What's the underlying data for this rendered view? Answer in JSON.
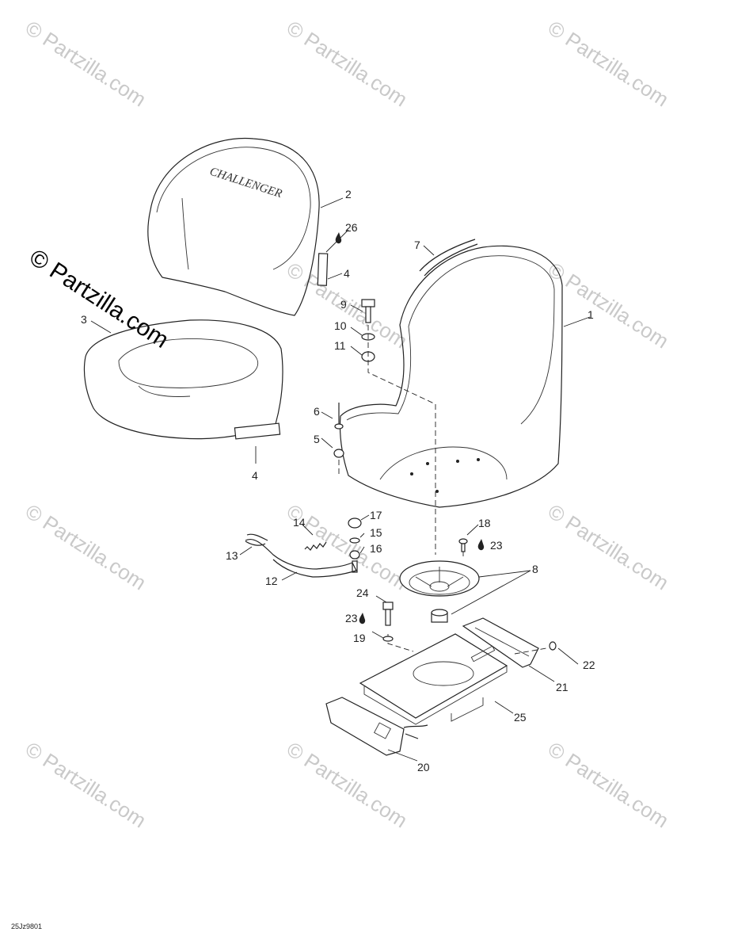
{
  "watermark": "© Partzilla.com",
  "drawing_code": "25Jz9801",
  "backrest_logo": "CHALLENGER",
  "callouts": {
    "c1": "1",
    "c2": "2",
    "c3": "3",
    "c4a": "4",
    "c4b": "4",
    "c5": "5",
    "c6": "6",
    "c7": "7",
    "c8": "8",
    "c9": "9",
    "c10": "10",
    "c11": "11",
    "c12": "12",
    "c13": "13",
    "c14": "14",
    "c15": "15",
    "c16": "16",
    "c17": "17",
    "c18": "18",
    "c19": "19",
    "c20": "20",
    "c21": "21",
    "c22": "22",
    "c23a": "23",
    "c23b": "23",
    "c24": "24",
    "c25": "25",
    "c26": "26"
  }
}
